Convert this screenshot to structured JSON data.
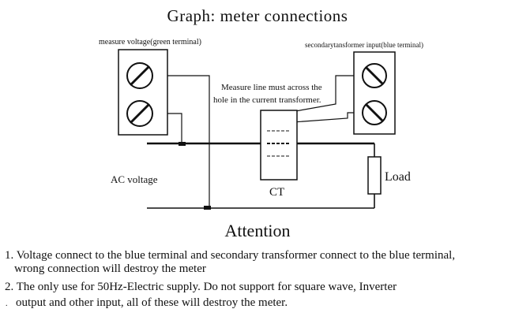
{
  "title": "Graph: meter connections",
  "labels": {
    "measure_voltage": "measure voltage(green terminal)",
    "secondary_input": "secondarytansformer input(blue terminal)",
    "measure_line_1": "Measure line must across the",
    "measure_line_2": "hole in the current transformer.",
    "ac_voltage": "AC voltage",
    "ct": "CT",
    "load": "Load"
  },
  "attention": {
    "heading": "Attention",
    "note1_line1": "1. Voltage connect to the blue terminal and secondary transformer connect to the blue terminal,",
    "note1_line2": "wrong connection will destroy the meter",
    "note2_line1": "2. The only use for 50Hz-Electric supply. Do not support for square wave, Inverter",
    "note2_line2": "output and other input, all of these will destroy the meter.",
    "bullet": "."
  }
}
